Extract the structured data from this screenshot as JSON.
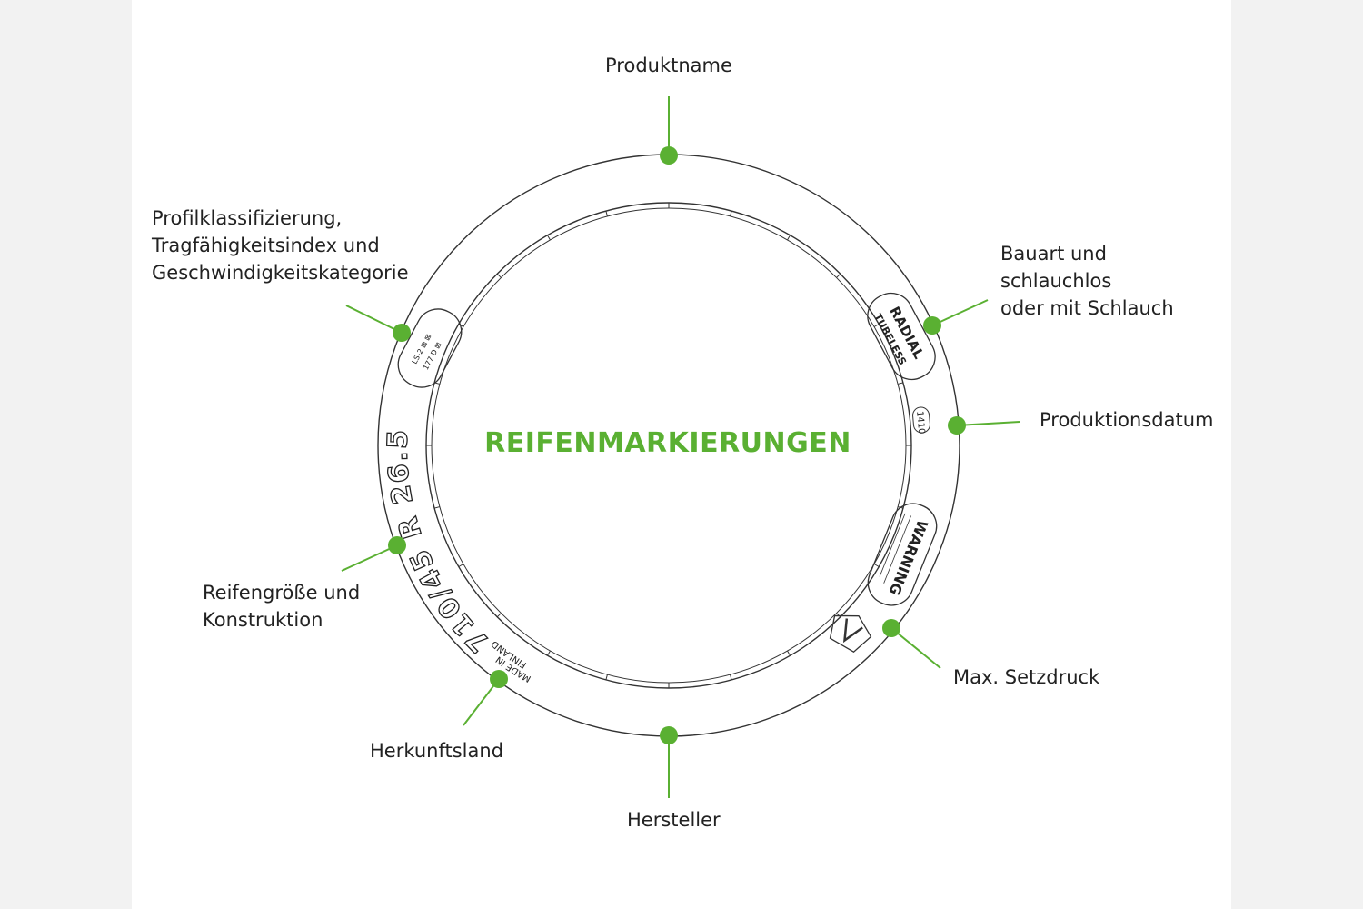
{
  "title": "REIFENMARKIERUNGEN",
  "accent_color": "#5ab032",
  "callouts": {
    "produktname": "Produktname",
    "bauart": "Bauart und\nschlauchlos\noder mit Schlauch",
    "produktionsdatum": "Produktionsdatum",
    "setzdruck": "Max. Setzdruck",
    "hersteller": "Hersteller",
    "herkunftsland": "Herkunftsland",
    "reifengroesse": "Reifengröße und\nKonstruktion",
    "profilklassifizierung": "Profilklassifizierung,\nTragfähigkeitsindex und\nGeschwindigkeitskategorie"
  },
  "tire_markings": {
    "size": "710/45 R 26.5",
    "made_in": "MADE IN",
    "country": "FINLAND",
    "radial": "RADIAL",
    "tubeless": "TUBELESS",
    "warning": "WARNING",
    "date_code": "1410"
  }
}
